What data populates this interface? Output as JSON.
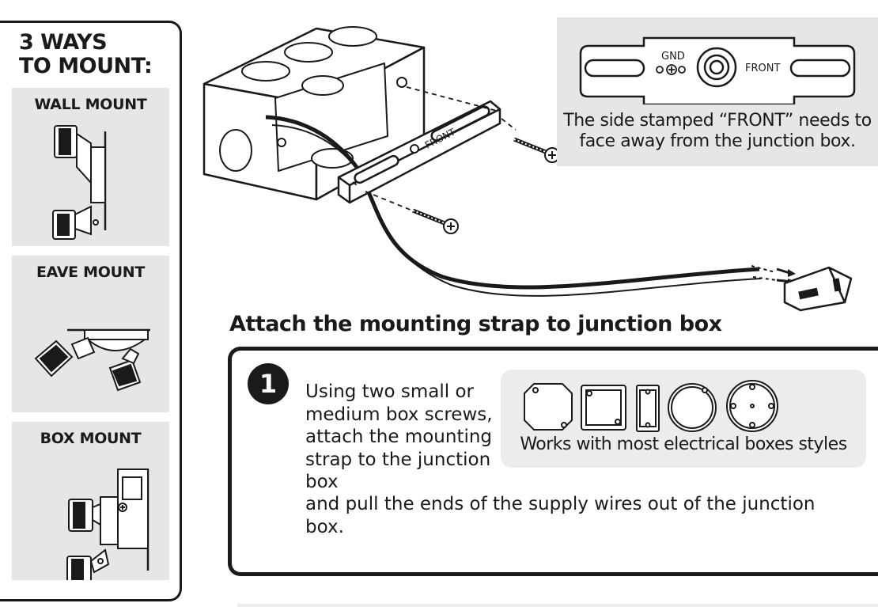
{
  "sidebar": {
    "title_line1": "3 WAYS",
    "title_line2": "TO MOUNT:",
    "mounts": [
      {
        "label": "WALL MOUNT"
      },
      {
        "label": "EAVE MOUNT"
      },
      {
        "label": "BOX MOUNT"
      }
    ]
  },
  "diagram": {
    "strap_stamp": "FRONT"
  },
  "callout": {
    "gnd_label": "GND",
    "front_label": "FRONT",
    "text": "The side stamped “FRONT” needs to face away from the junction box."
  },
  "section": {
    "heading": "Attach the mounting strap to junction box"
  },
  "step": {
    "number": "1",
    "text_part1": "Using two small or medium box screws, attach the mounting strap to the junction box",
    "text_part2": "and pull the ends of the supply wires out of the junction box.",
    "boxes_caption": "Works with most electrical boxes styles",
    "box_icons": [
      "octagon-box-icon",
      "square-box-icon",
      "single-gang-box-icon",
      "round-box-icon",
      "round-pancake-box-icon"
    ]
  },
  "colors": {
    "ink": "#1a1a1a",
    "panel_gray": "#e6e6e6"
  }
}
